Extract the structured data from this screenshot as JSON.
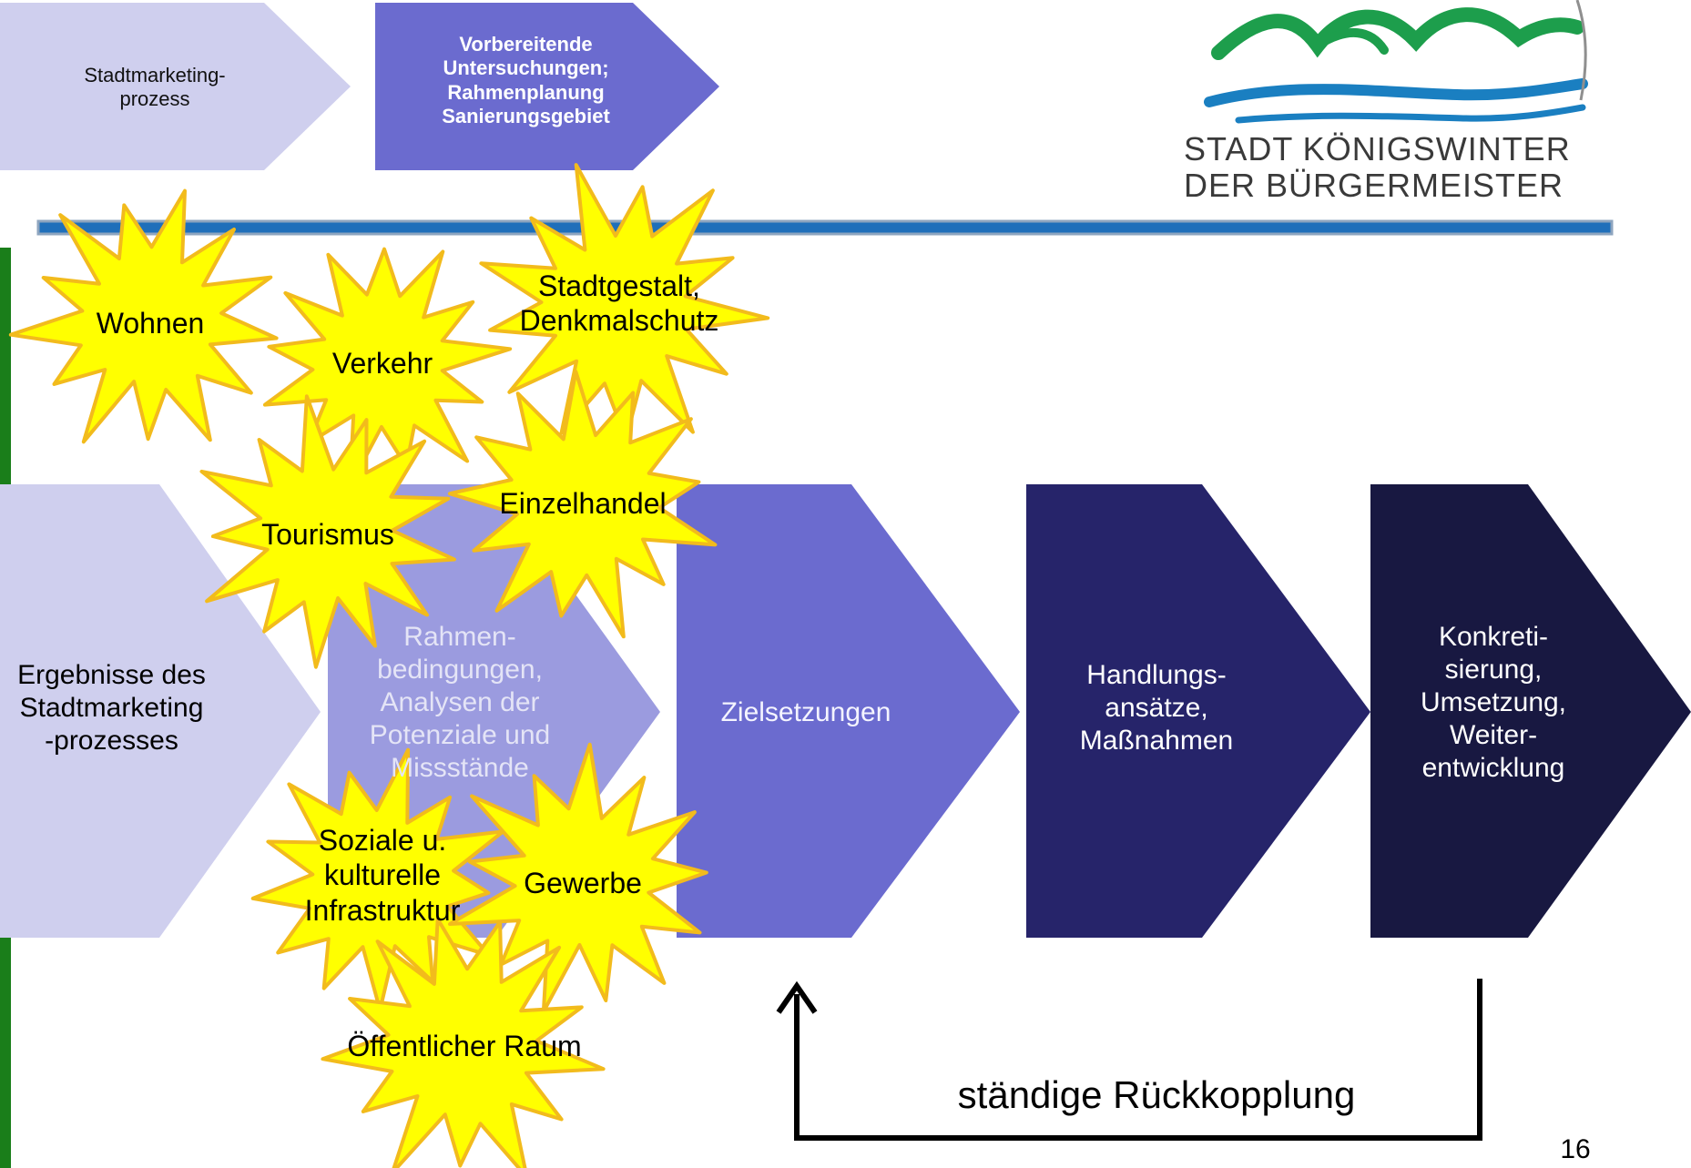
{
  "colors": {
    "chevron_lightest": "#cfcfee",
    "chevron_light": "#9b9bdf",
    "chevron_mid": "#6b6bcf",
    "chevron_dark": "#26246a",
    "chevron_darkest": "#181841",
    "burst_fill": "#ffff00",
    "burst_stroke": "#f2bb1c",
    "divider_blue": "#1f6fba",
    "side_bar_green": "#1a7e1a",
    "logo_green": "#1d9e4c",
    "logo_blue": "#1a7fc1"
  },
  "top_steps": [
    {
      "label": "Stadtmarketing-\nprozess"
    },
    {
      "label": "Vorbereitende\nUntersuchungen;\nRahmenplanung\nSanierungsgebiet"
    }
  ],
  "logo": {
    "icon": "river-hills-logo-icon",
    "line1": "STADT KÖNIGSWINTER",
    "line2": "DER BÜRGERMEISTER"
  },
  "process_steps": [
    {
      "label": "Ergebnisse des\nStadtmarketing\n-prozesses"
    },
    {
      "label": "Rahmen-\nbedingungen,\nAnalysen der\nPotenziale und\nMissstände"
    },
    {
      "label": "Zielsetzungen"
    },
    {
      "label": "Handlungs-\nansätze,\nMaßnahmen"
    },
    {
      "label": "Konkreti-\nsierung,\nUmsetzung,\nWeiter-\nentwicklung"
    }
  ],
  "topics": [
    {
      "label": "Wohnen"
    },
    {
      "label": "Verkehr"
    },
    {
      "label": "Stadtgestalt,\nDenkmalschutz"
    },
    {
      "label": "Tourismus"
    },
    {
      "label": "Einzelhandel"
    },
    {
      "label": "Soziale u.\nkulturelle\nInfrastruktur"
    },
    {
      "label": "Gewerbe"
    },
    {
      "label": "Öffentlicher Raum"
    }
  ],
  "feedback": {
    "label": "ständige Rückkopplung"
  },
  "page_number": "16"
}
